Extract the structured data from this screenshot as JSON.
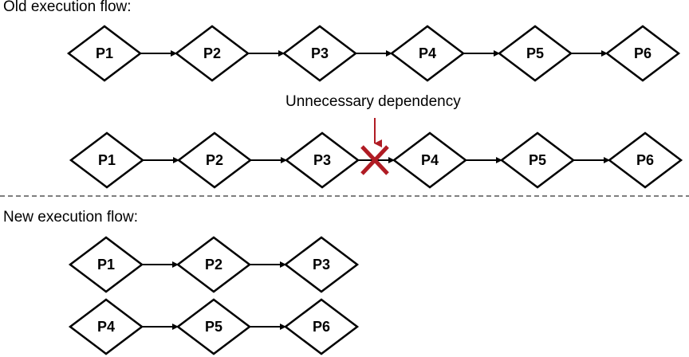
{
  "old_flow": {
    "title": "Old execution flow:",
    "row1": [
      "P1",
      "P2",
      "P3",
      "P4",
      "P5",
      "P6"
    ],
    "row2": [
      "P1",
      "P2",
      "P3",
      "P4",
      "P5",
      "P6"
    ],
    "annotation": "Unnecessary dependency"
  },
  "new_flow": {
    "title": "New execution flow:",
    "row1": [
      "P1",
      "P2",
      "P3"
    ],
    "row2": [
      "P4",
      "P5",
      "P6"
    ]
  },
  "colors": {
    "stroke": "#000000",
    "highlight": "#b01c24",
    "divider": "#333333"
  }
}
